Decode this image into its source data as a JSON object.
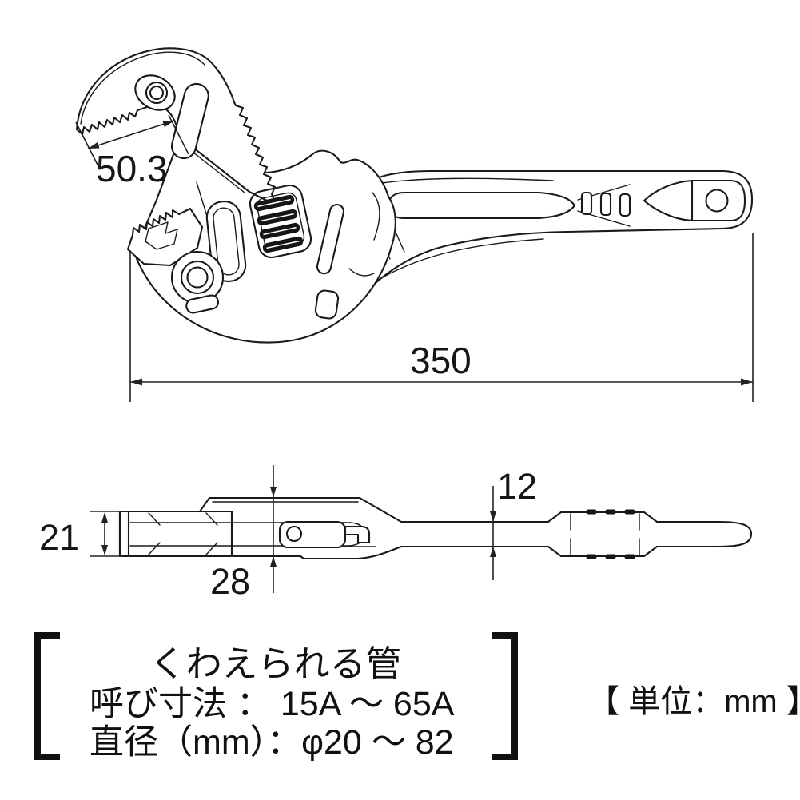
{
  "drawing": {
    "subject": "pipe-wrench-technical-drawing",
    "background": "#ffffff",
    "line_color": "#1a1a1a"
  },
  "side_view": {
    "dim_jaw_opening": "50.3",
    "dim_overall_length": "350"
  },
  "top_view": {
    "dim_jaw_width": "21",
    "dim_head_width": "28",
    "dim_handle_thickness": "12"
  },
  "spec_note": {
    "title": "くわえられる管",
    "nominal_size": "呼び寸法 ： 15A ～ 65A",
    "diameter": "直径（mm）：φ20 ～ 82"
  },
  "unit_note": "【 単位：mm 】"
}
